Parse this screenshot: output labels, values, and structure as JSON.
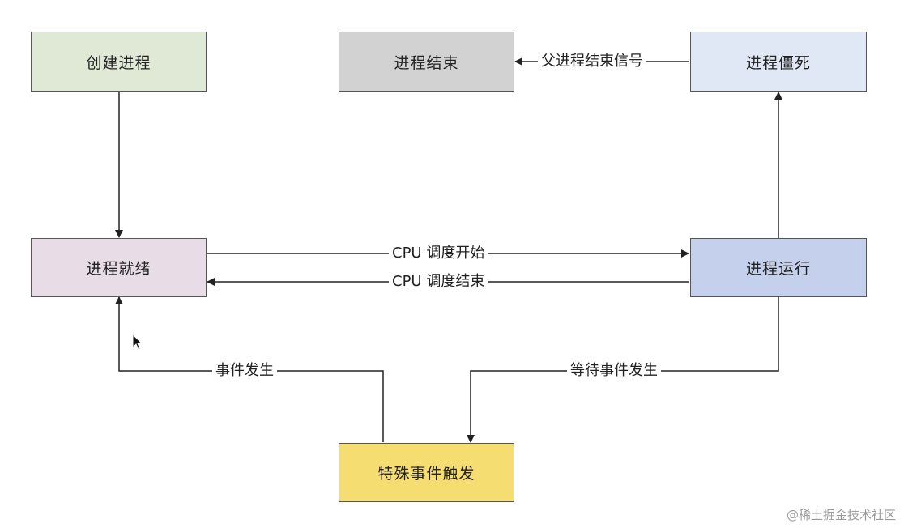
{
  "nodes": {
    "create": {
      "label": "创建进程",
      "color": "#dfe9d6"
    },
    "end": {
      "label": "进程结束",
      "color": "#d2d2d2"
    },
    "zombie": {
      "label": "进程僵死",
      "color": "#e1e8f5"
    },
    "ready": {
      "label": "进程就绪",
      "color": "#e8dce6"
    },
    "running": {
      "label": "进程运行",
      "color": "#c5d0ec"
    },
    "event": {
      "label": "特殊事件触发",
      "color": "#f5dd72"
    }
  },
  "edges": {
    "zombie_to_end": "父进程结束信号",
    "ready_to_running": "CPU 调度开始",
    "running_to_ready": "CPU 调度结束",
    "event_to_ready": "事件发生",
    "running_to_event": "等待事件发生"
  },
  "watermark": "@稀土掘金技术社区"
}
